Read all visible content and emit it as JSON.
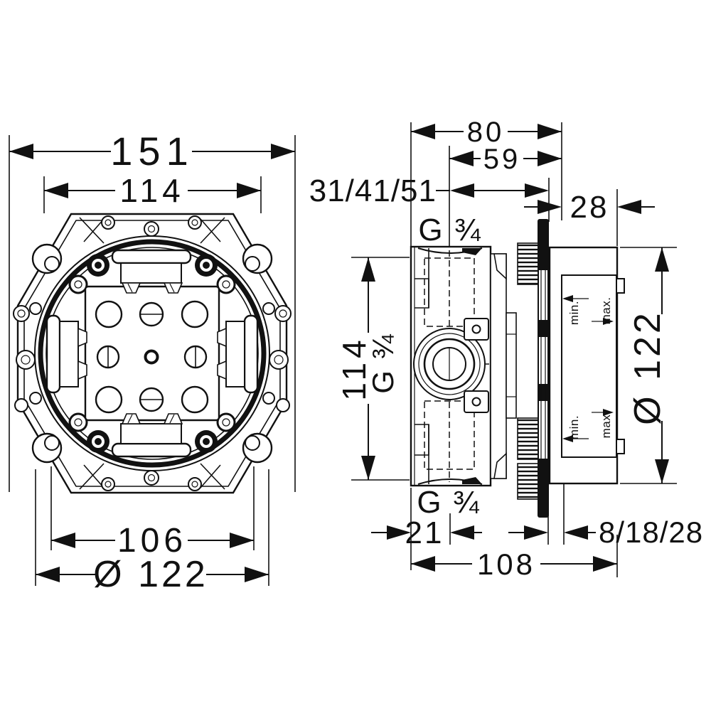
{
  "front_view": {
    "dims": {
      "overall_width": "151",
      "bolt_spacing_top": "114",
      "bolt_spacing_bottom": "106",
      "body_diameter": "Ø 122"
    }
  },
  "side_view": {
    "dims": {
      "body_depth": "80",
      "center_to_front": "59",
      "install_depth_range": "31/41/51",
      "cover_depth": "28",
      "port_spacing": "114",
      "body_diameter": "Ø 122",
      "port_offset": "21",
      "protrusion_range": "8/18/28",
      "overall_depth": "108"
    },
    "labels": {
      "top_port": "G ¾",
      "side_port": "G ¾",
      "bottom_port": "G ¾",
      "plaster_min": "min.",
      "plaster_max": "max."
    }
  },
  "colors": {
    "line": "#111111",
    "background": "#ffffff"
  }
}
